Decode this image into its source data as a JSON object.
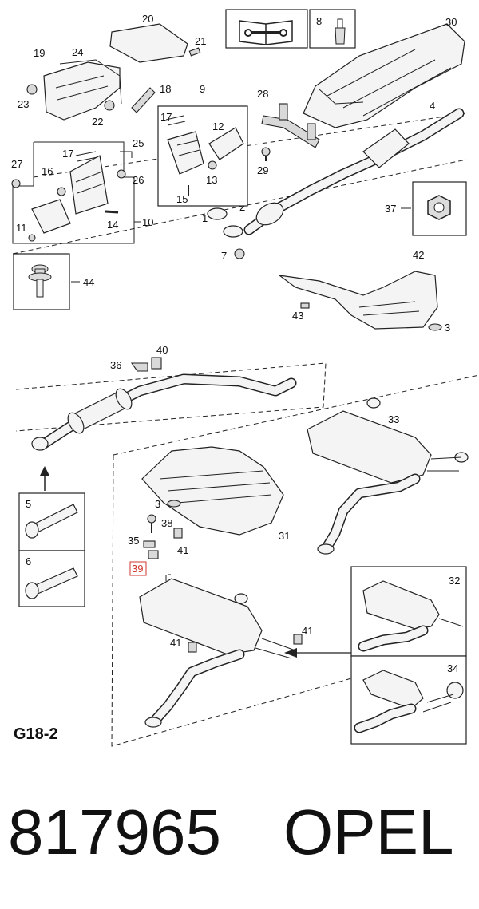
{
  "diagram": {
    "callouts": {
      "c1": "1",
      "c2": "2",
      "c3a": "3",
      "c3b": "3",
      "c4": "4",
      "c5": "5",
      "c6": "6",
      "c7": "7",
      "c8": "8",
      "c9": "9",
      "c10": "10",
      "c11": "11",
      "c12": "12",
      "c13": "13",
      "c14": "14",
      "c15": "15",
      "c16": "16",
      "c17a": "17",
      "c17b": "17",
      "c18": "18",
      "c19": "19",
      "c20": "20",
      "c21": "21",
      "c22": "22",
      "c23": "23",
      "c24": "24",
      "c25": "25",
      "c26": "26",
      "c27": "27",
      "c28": "28",
      "c29": "29",
      "c30": "30",
      "c31": "31",
      "c32": "32",
      "c33": "33",
      "c34": "34",
      "c35": "35",
      "c36": "36",
      "c37": "37",
      "c38": "38",
      "c39": "39",
      "c40": "40",
      "c41a": "41",
      "c41b": "41",
      "c41c": "41",
      "c42": "42",
      "c43": "43",
      "c44": "44"
    },
    "section_code": "G18-2",
    "part_number": "817965",
    "brand": "OPEL",
    "highlight_color": "#d0342c"
  }
}
